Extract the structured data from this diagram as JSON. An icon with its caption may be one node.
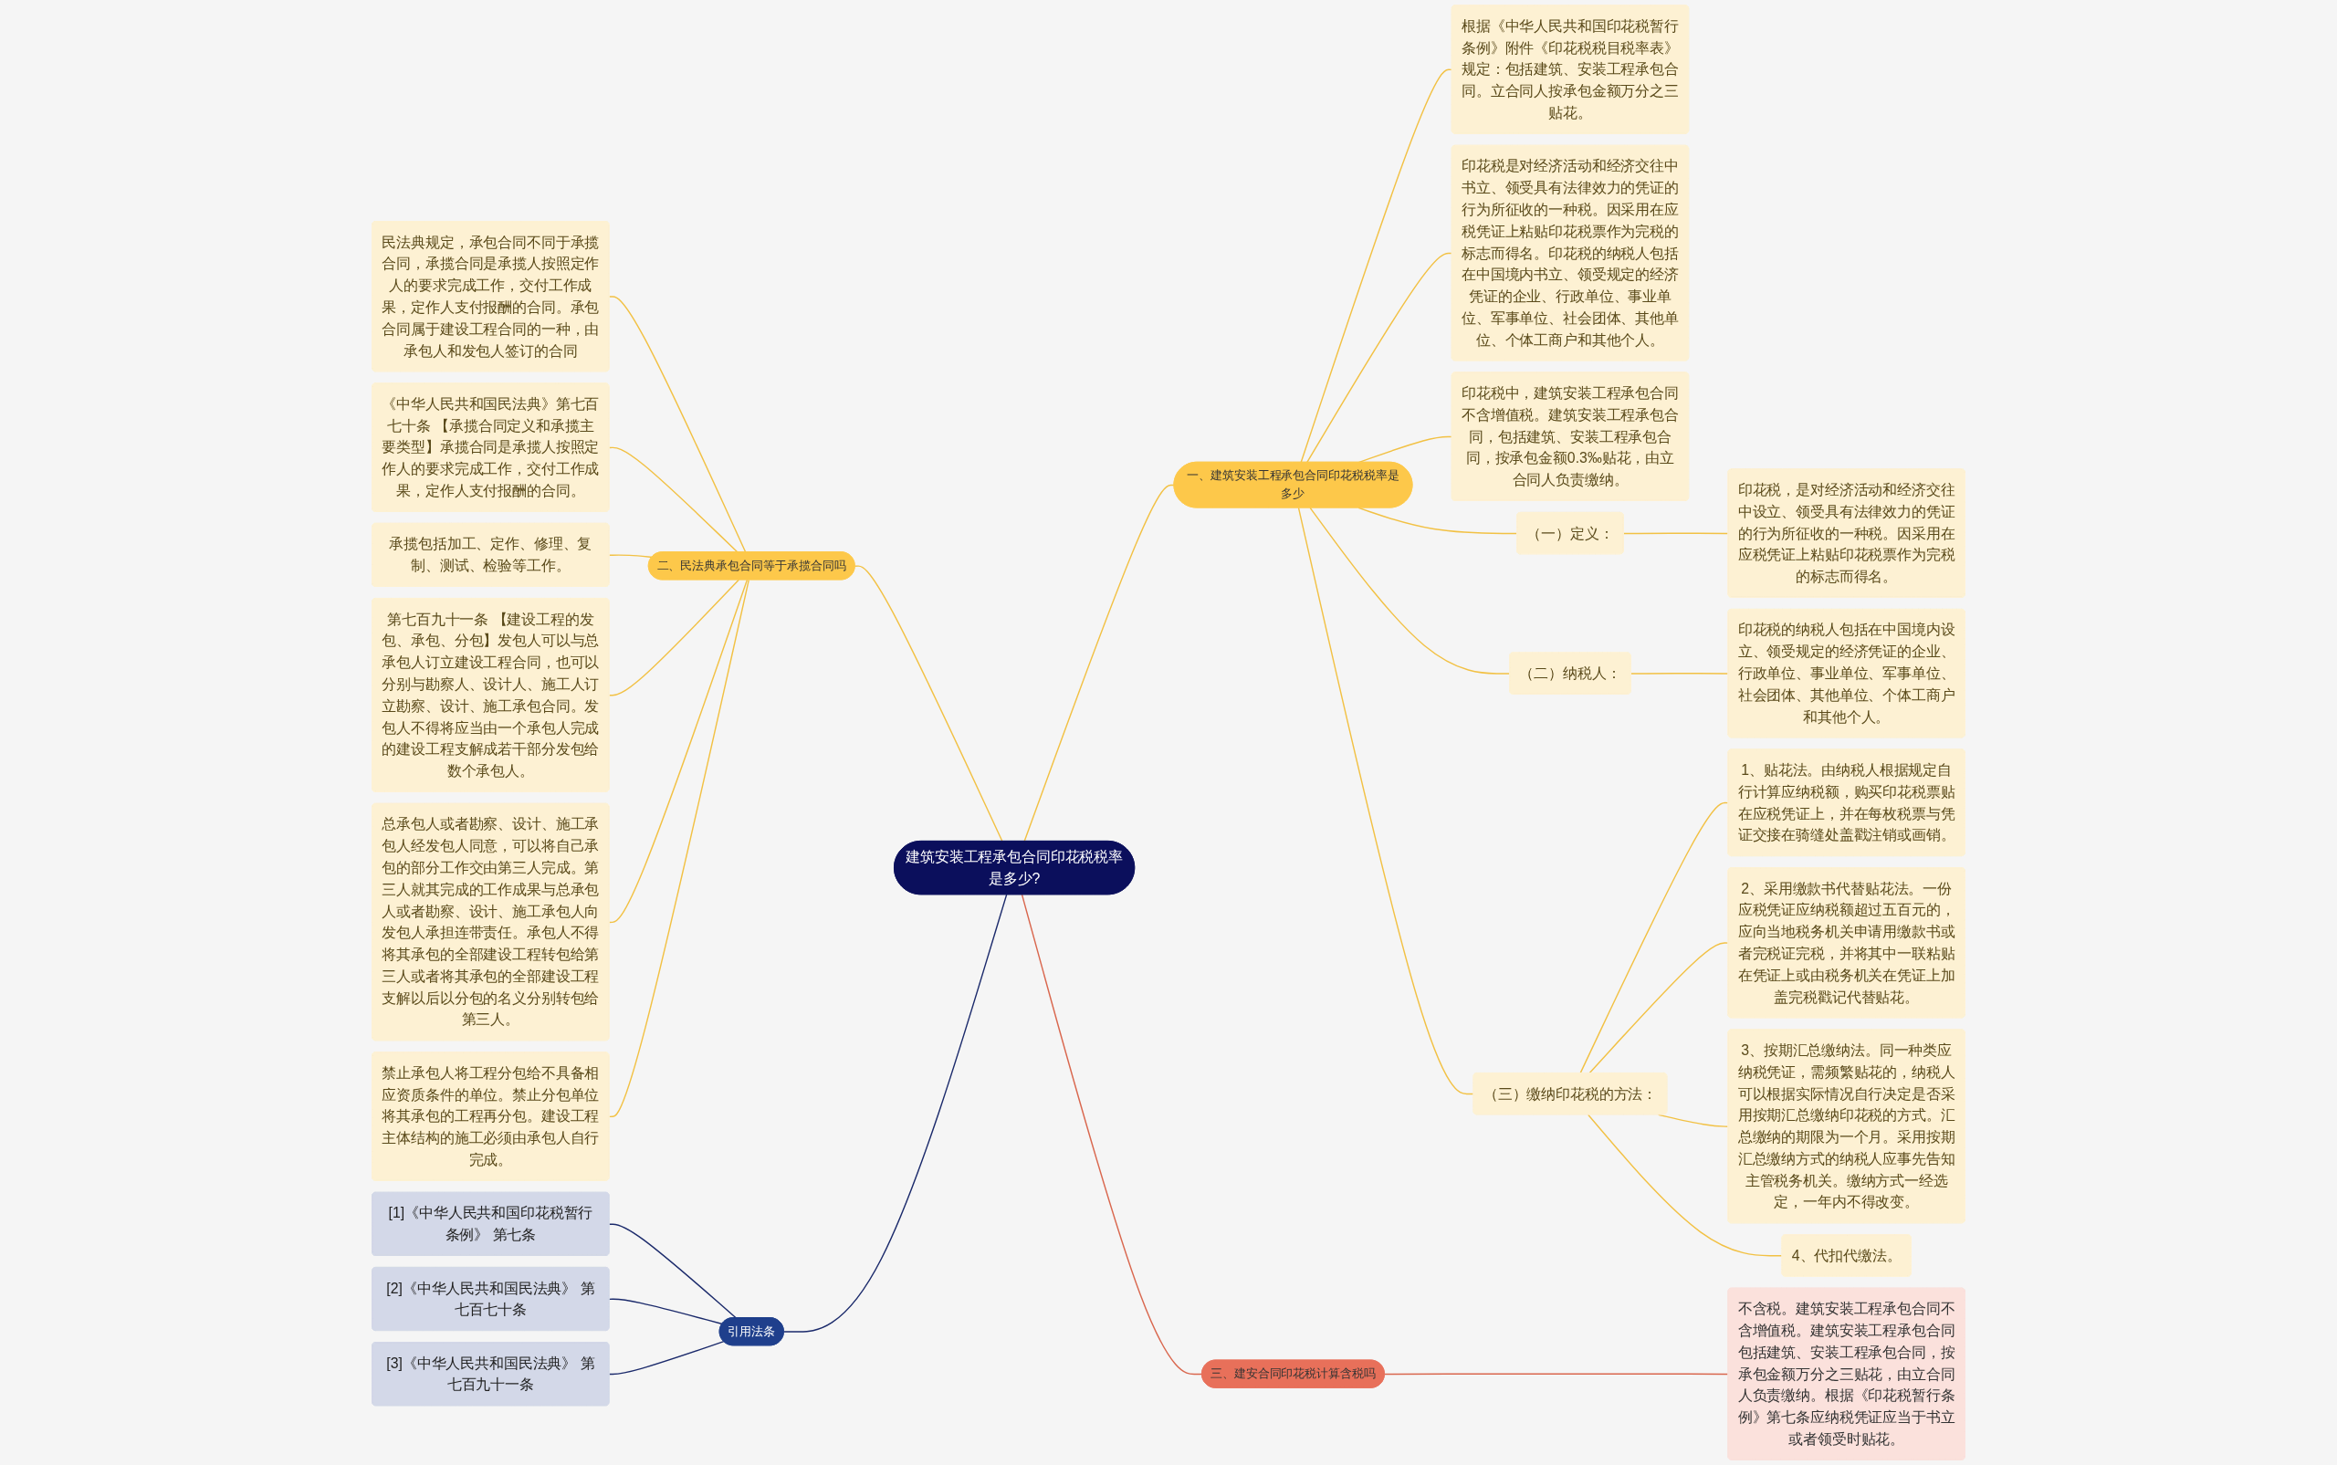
{
  "diagram": {
    "nodes": [
      {
        "text": [
          "建筑安装工程承包合同印花税税率是多少?"
        ]
      },
      {
        "text": [
          "一、建筑安装工程承包合同印花税税率是多少"
        ]
      },
      {
        "text": [
          "根据《中华人民共和国印花税暂行条例》附件《印花税税目税率表》规定：包括建筑、安装工程承包合同。立合同人按承包金额万分之三贴花。"
        ]
      },
      {
        "text": [
          "印花税是对经济活动和经济交往中书立、领受具有法律效力的凭证的行为所征收的一种税。因采用在应税凭证上粘贴印花税票作为完税的标志而得名。印花税的纳税人包括在中国境内书立、领受规定的经济凭证的企业、行政单位、事业单位、军事单位、社会团体、其他单位、个体工商户和其他个人。"
        ]
      },
      {
        "text": [
          "印花税中，建筑安装工程承包合同不含增值税。建筑安装工程承包合同，包括建筑、安装工程承包合同，按承包金额0.3‰贴花，由立合同人负责缴纳。"
        ]
      },
      {
        "text": [
          "（一）定义："
        ]
      },
      {
        "text": [
          "印花税，是对经济活动和经济交往中设立、领受具有法律效力的凭证的行为所征收的一种税。因采用在应税凭证上粘贴印花税票作为完税的标志而得名。"
        ]
      },
      {
        "text": [
          "（二）纳税人："
        ]
      },
      {
        "text": [
          "印花税的纳税人包括在中国境内设立、领受规定的经济凭证的企业、行政单位、事业单位、军事单位、社会团体、其他单位、个体工商户和其他个人。"
        ]
      },
      {
        "text": [
          "（三）缴纳印花税的方法："
        ]
      },
      {
        "text": [
          "1、贴花法。由纳税人根据规定自行计算应纳税额，购买印花税票贴在应税凭证上，并在每枚税票与凭证交接在骑缝处盖戳注销或画销。"
        ]
      },
      {
        "text": [
          "2、采用缴款书代替贴花法。一份应税凭证应纳税额超过五百元的，应向当地税务机关申请用缴款书或者完税证完税，并将其中一联粘贴在凭证上或由税务机关在凭证上加盖完税戳记代替贴花。"
        ]
      },
      {
        "text": [
          "3、按期汇总缴纳法。同一种类应纳税凭证，需频繁贴花的，纳税人可以根据实际情况自行决定是否采用按期汇总缴纳印花税的方式。汇总缴纳的期限为一个月。采用按期汇总缴纳方式的纳税人应事先告知主管税务机关。缴纳方式一经选定，一年内不得改变。"
        ]
      },
      {
        "text": [
          "4、代扣代缴法。"
        ]
      },
      {
        "text": [
          "二、民法典承包合同等于承揽合同吗"
        ]
      },
      {
        "text": [
          "民法典规定，承包合同不同于承揽合同，承揽合同是承揽人按照定作人的要求完成工作，交付工作成果，定作人支付报酬的合同。承包合同属于建设工程合同的一种，由承包人和发包人签订的合同"
        ]
      },
      {
        "text": [
          "《中华人民共和国民法典》第七百七十条 【承揽合同定义和承揽主要类型】承揽合同是承揽人按照定作人的要求完成工作，交付工作成果，定作人支付报酬的合同。"
        ]
      },
      {
        "text": [
          "承揽包括加工、定作、修理、复制、测试、检验等工作。"
        ]
      },
      {
        "text": [
          "第七百九十一条 【建设工程的发包、承包、分包】发包人可以与总承包人订立建设工程合同，也可以分别与勘察人、设计人、施工人订立勘察、设计、施工承包合同。发包人不得将应当由一个承包人完成的建设工程支解成若干部分发包给数个承包人。"
        ]
      },
      {
        "text": [
          "总承包人或者勘察、设计、施工承包人经发包人同意，可以将自己承包的部分工作交由第三人完成。第三人就其完成的工作成果与总承包人或者勘察、设计、施工承包人向发包人承担连带责任。承包人不得将其承包的全部建设工程转包给第三人或者将其承包的全部建设工程支解以后以分包的名义分别转包给第三人。"
        ]
      },
      {
        "text": [
          "禁止承包人将工程分包给不具备相应资质条件的单位。禁止分包单位将其承包的工程再分包。建设工程主体结构的施工必须由承包人自行完成。"
        ]
      },
      {
        "text": [
          "三、建安合同印花税计算含税吗"
        ]
      },
      {
        "text": [
          "不含税。建筑安装工程承包合同不含增值税。建筑安装工程承包合同包括建筑、安装工程承包合同，按承包金额万分之三贴花，由立合同人负责缴纳。根据《印花税暂行条例》第七条应纳税凭证应当于书立或者领受时贴花。"
        ]
      },
      {
        "text": [
          "引用法条"
        ]
      },
      {
        "text": [
          "[1]《中华人民共和国印花税暂行条例》 第七条"
        ]
      },
      {
        "text": [
          "[2]《中华人民共和国民法典》 第七百七十条"
        ]
      },
      {
        "text": [
          "[3]《中华人民共和国民法典》 第七百九十一条"
        ]
      }
    ],
    "edges": [
      {
        "from": 0,
        "to": 1,
        "arrow": "none"
      },
      {
        "from": 1,
        "to": 2,
        "arrow": "none"
      },
      {
        "from": 1,
        "to": 3,
        "arrow": "none"
      },
      {
        "from": 1,
        "to": 4,
        "arrow": "none"
      },
      {
        "from": 1,
        "to": 5,
        "arrow": "none"
      },
      {
        "from": 5,
        "to": 6,
        "arrow": "none"
      },
      {
        "from": 1,
        "to": 7,
        "arrow": "none"
      },
      {
        "from": 7,
        "to": 8,
        "arrow": "none"
      },
      {
        "from": 1,
        "to": 9,
        "arrow": "none"
      },
      {
        "from": 9,
        "to": 10,
        "arrow": "none"
      },
      {
        "from": 9,
        "to": 11,
        "arrow": "none"
      },
      {
        "from": 9,
        "to": 12,
        "arrow": "none"
      },
      {
        "from": 9,
        "to": 13,
        "arrow": "none"
      },
      {
        "from": 14,
        "to": 0,
        "arrow": "none"
      },
      {
        "from": 15,
        "to": 14,
        "arrow": "none"
      },
      {
        "from": 16,
        "to": 14,
        "arrow": "none"
      },
      {
        "from": 17,
        "to": 14,
        "arrow": "none"
      },
      {
        "from": 18,
        "to": 14,
        "arrow": "none"
      },
      {
        "from": 19,
        "to": 14,
        "arrow": "none"
      },
      {
        "from": 20,
        "to": 14,
        "arrow": "none"
      },
      {
        "from": 0,
        "to": 21,
        "arrow": "none",
        "color": "#d9674e"
      },
      {
        "from": 21,
        "to": 22,
        "arrow": "none",
        "color": "#d9674e"
      },
      {
        "from": 23,
        "to": 0,
        "arrow": "none",
        "color": "#1b2a6b"
      },
      {
        "from": 24,
        "to": 23,
        "arrow": "none",
        "color": "#1b2a6b"
      },
      {
        "from": 25,
        "to": 23,
        "arrow": "none",
        "color": "#1b2a6b"
      },
      {
        "from": 26,
        "to": 23,
        "arrow": "none",
        "color": "#1b2a6b"
      }
    ]
  }
}
